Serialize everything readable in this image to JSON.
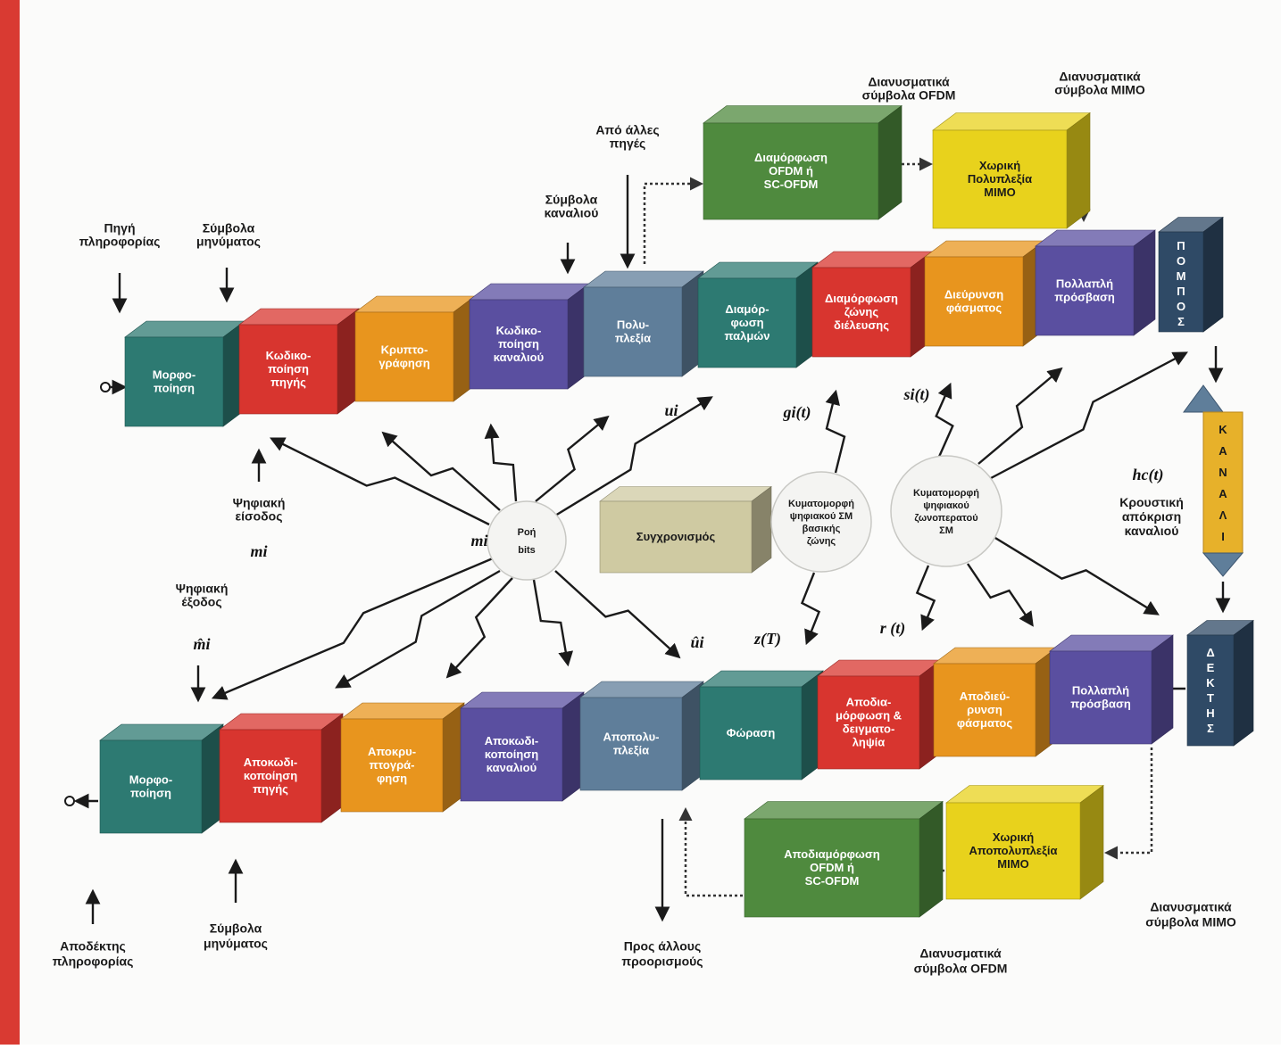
{
  "colors": {
    "teal": "#2d7a72",
    "red": "#d8352f",
    "orange": "#e8951e",
    "purple": "#5a4fa0",
    "slate": "#5f7e9a",
    "green": "#4f8a3e",
    "yellow": "#e8d21c",
    "navy": "#2f4a66",
    "beige": "#cfcaa2",
    "gold": "#e7b12a",
    "page_edge": "#d93a32"
  },
  "tx": {
    "source_label": "Πηγή\nπληροφορίας",
    "message_symbols_top": "Σύμβολα\nμηνύματος",
    "channel_symbols": "Σύμβολα\nκαναλιού",
    "from_other_sources": "Από άλλες\nπηγές",
    "ofdm_vector_symbols_top": "Διανυσματικά\nσύμβολα OFDM",
    "mimo_vector_symbols_top": "Διανυσματικά\nσύμβολα MIMO",
    "digital_input": "Ψηφιακή\nείσοδος",
    "mi": "mi",
    "ui": "ui",
    "gi": "gi(t)",
    "si": "si(t)",
    "blocks": [
      {
        "id": "formatting",
        "label": "Μορφο-\nποίηση",
        "color": "teal"
      },
      {
        "id": "source-coding",
        "label": "Κωδικο-\nποίηση\nπηγής",
        "color": "red"
      },
      {
        "id": "encryption",
        "label": "Κρυπτο-\nγράφηση",
        "color": "orange"
      },
      {
        "id": "channel-coding",
        "label": "Κωδικο-\nποίηση\nκαναλιού",
        "color": "purple"
      },
      {
        "id": "multiplexing",
        "label": "Πολυ-\nπλεξία",
        "color": "slate"
      },
      {
        "id": "pulse-modulation",
        "label": "Διαμόρ-\nφωση\nπαλμών",
        "color": "teal"
      },
      {
        "id": "bandpass-modulation",
        "label": "Διαμόρφωση\nζώνης\nδιέλευσης",
        "color": "red"
      },
      {
        "id": "spread-spectrum",
        "label": "Διεύρυνση\nφάσματος",
        "color": "orange"
      },
      {
        "id": "multiple-access",
        "label": "Πολλαπλή\nπρόσβαση",
        "color": "purple"
      }
    ],
    "transmitter": "ΠΟΜΠΟΣ",
    "ofdm_block": "Διαμόρφωση\nOFDM ή\nSC-OFDM",
    "mimo_block": "Χωρική\nΠολυπλεξία\nMIMO"
  },
  "channel": {
    "label": "ΚΑΝΑΛΙ",
    "hc": "hc(t)",
    "impulse_response": "Κρουστική\nαπόκριση\nκαναλιού"
  },
  "center": {
    "bits_stream": "Ροή\nbits",
    "sync": "Συγχρονισμός",
    "baseband_waveform": "Κυματομορφή\nψηφιακού ΣΜ\nβασικής\nζώνης",
    "bandpass_waveform": "Κυματομορφή\nψηφιακού\nζωνοπερατού\nΣΜ"
  },
  "rx": {
    "digital_output": "Ψηφιακή\nέξοδος",
    "mhat": "m̂i",
    "uhat": "ûi",
    "zT": "z(T)",
    "rt": "r (t)",
    "blocks": [
      {
        "id": "rx-formatting",
        "label": "Μορφο-\nποίηση",
        "color": "teal"
      },
      {
        "id": "source-decoding",
        "label": "Αποκωδι-\nκοποίηση\nπηγής",
        "color": "red"
      },
      {
        "id": "decryption",
        "label": "Αποκρυ-\nπτογρά-\nφηση",
        "color": "orange"
      },
      {
        "id": "channel-decoding",
        "label": "Αποκωδι-\nκοποίηση\nκαναλιού",
        "color": "purple"
      },
      {
        "id": "demultiplexing",
        "label": "Αποπολυ-\nπλεξία",
        "color": "slate"
      },
      {
        "id": "detection",
        "label": "Φώραση",
        "color": "teal"
      },
      {
        "id": "demodulation",
        "label": "Αποδια-\nμόρφωση &\nδειγματο-\nληψία",
        "color": "red"
      },
      {
        "id": "despreading",
        "label": "Αποδιεύ-\nρυνση\nφάσματος",
        "color": "orange"
      },
      {
        "id": "rx-multiple-access",
        "label": "Πολλαπλή\nπρόσβαση",
        "color": "purple"
      }
    ],
    "receiver": "ΔΕΚΤΗΣ",
    "ofdm_block": "Αποδιαμόρφωση\nOFDM ή\nSC-OFDM",
    "mimo_block": "Χωρική\nΑποπολυπλεξία\nMIMO",
    "sink_label": "Αποδέκτης\nπληροφορίας",
    "message_symbols_bottom": "Σύμβολα\nμηνύματος",
    "to_other_destinations": "Προς άλλους\nπροορισμούς",
    "ofdm_vector_symbols_bottom": "Διανυσματικά\nσύμβολα OFDM",
    "mimo_vector_symbols_bottom": "Διανυσματικά\nσύμβολα MIMO"
  }
}
